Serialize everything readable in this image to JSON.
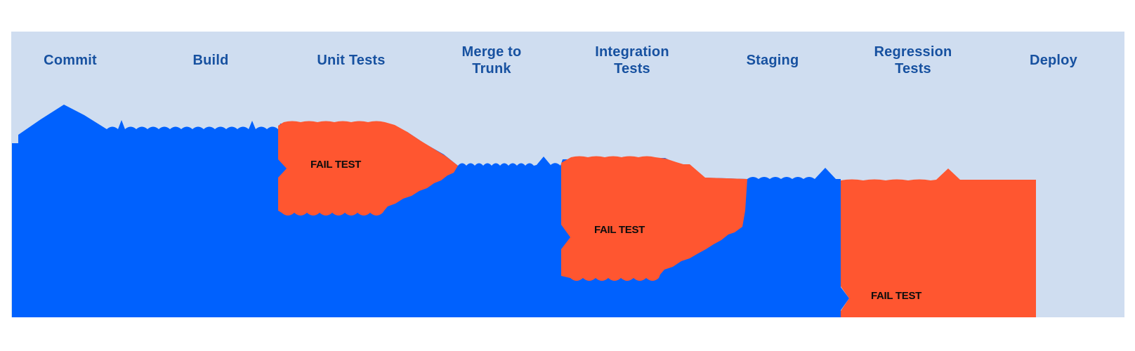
{
  "colors": {
    "page_bg": "#ffffff",
    "panel_bg": "#cfddf0",
    "flow_blue": "#0061fe",
    "fail_orange": "#ff5630",
    "label_navy": "#1751a0",
    "fail_text": "#0d0d0d"
  },
  "stages": [
    {
      "label": "Commit",
      "result": "pass"
    },
    {
      "label": "Build",
      "result": "pass"
    },
    {
      "label": "Unit Tests",
      "result": "fail"
    },
    {
      "label": "Merge to\nTrunk",
      "result": "pass"
    },
    {
      "label": "Integration\nTests",
      "result": "fail"
    },
    {
      "label": "Staging",
      "result": "pass"
    },
    {
      "label": "Regression\nTests",
      "result": "fail"
    },
    {
      "label": "Deploy",
      "result": "none"
    }
  ],
  "fail_labels": [
    {
      "text": "FAIL TEST",
      "stage": "Unit Tests"
    },
    {
      "text": "FAIL TEST",
      "stage": "Integration Tests"
    },
    {
      "text": "FAIL TEST",
      "stage": "Regression Tests"
    }
  ],
  "diagram": {
    "type": "pipeline-flow",
    "description_visible": "Blue delivery flow passes through stages; orange blobs mark failed tests at Unit Tests, Integration Tests and Regression Tests; flow ends before Deploy."
  }
}
